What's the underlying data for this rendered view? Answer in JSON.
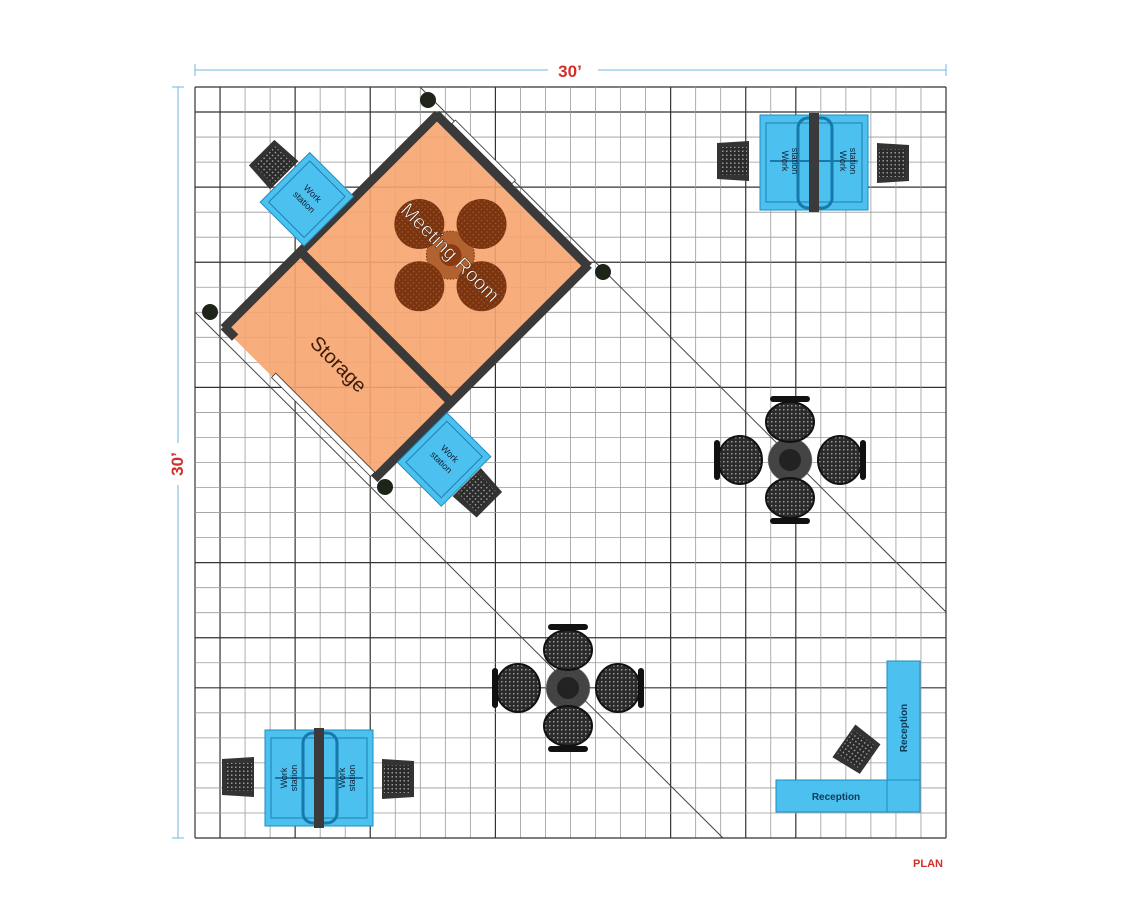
{
  "dimensions": {
    "width": "30’",
    "height": "30’"
  },
  "rooms": {
    "meeting": "Meeting Room",
    "storage": "Storage"
  },
  "workstation": {
    "line1": "Work",
    "line2": "station"
  },
  "reception": {
    "label": "Reception"
  },
  "footer": {
    "label": "PLAN"
  },
  "colors": {
    "room": "#f7a46f",
    "desk": "#4cc0ef",
    "wall": "#3a3a3a",
    "dim": "#d0302a",
    "furniture_room": "#8a3a10"
  }
}
